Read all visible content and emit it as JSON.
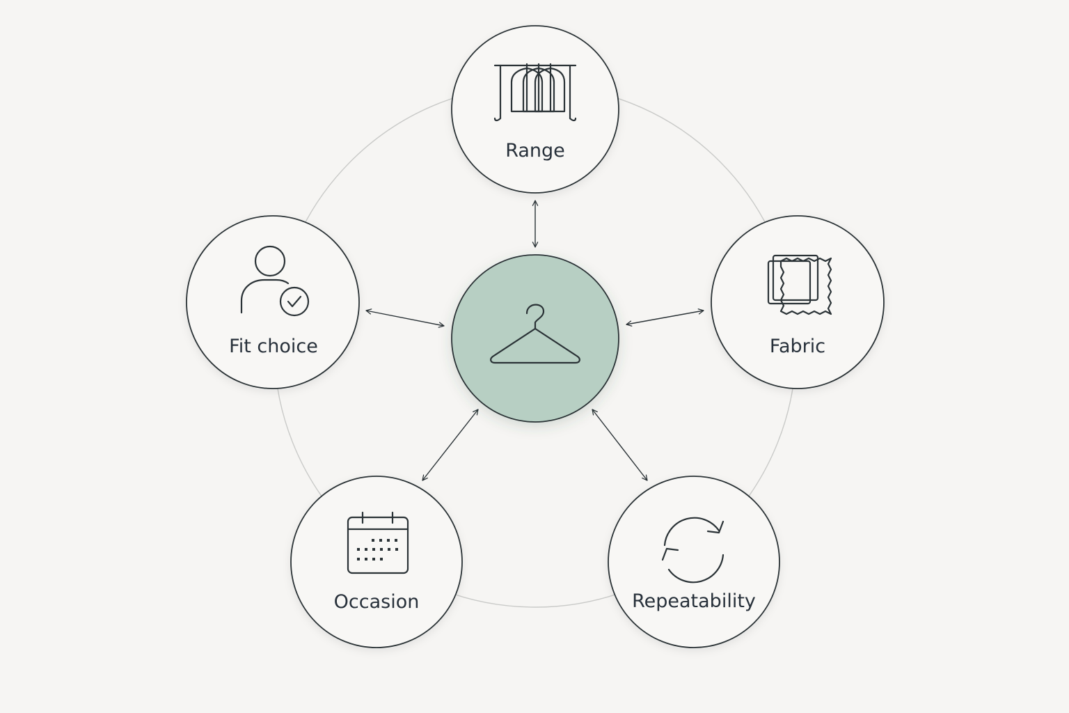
{
  "diagram": {
    "center": {
      "icon": "hanger-icon",
      "fill_color": "#b7cfc3"
    },
    "nodes": [
      {
        "id": "range",
        "label": "Range",
        "icon": "clothing-rack-icon"
      },
      {
        "id": "fabric",
        "label": "Fabric",
        "icon": "fabric-swatch-icon"
      },
      {
        "id": "repeatability",
        "label": "Repeatability",
        "icon": "refresh-cycle-icon"
      },
      {
        "id": "occasion",
        "label": "Occasion",
        "icon": "calendar-icon"
      },
      {
        "id": "fit-choice",
        "label": "Fit choice",
        "icon": "user-check-icon"
      }
    ],
    "colors": {
      "background": "#f6f5f3",
      "stroke": "#2a3236",
      "ring": "#c9cac8"
    }
  }
}
